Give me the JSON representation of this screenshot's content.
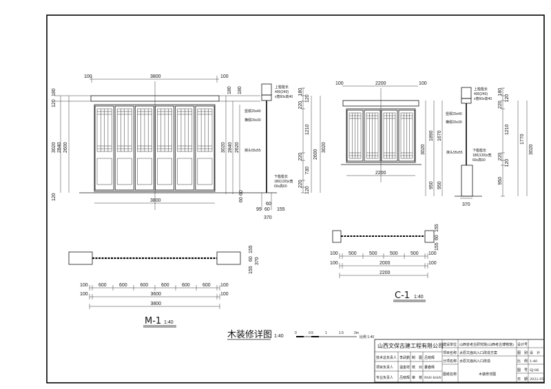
{
  "m1_elevation": {
    "top_dims": [
      "100",
      "3800",
      "100"
    ],
    "bottom_dim": "3800",
    "left_dims": [
      "180",
      "120",
      "3020",
      "2840",
      "2600",
      "120"
    ],
    "right_dims": [
      "180",
      "180",
      "3020",
      "2840",
      "2620",
      "60",
      "60"
    ]
  },
  "m1_section": {
    "notes": [
      "上槛槛长",
      "400(240)",
      "x宽60x高40",
      "竖棂20x40",
      "横棂20x30",
      "抹头55x55",
      "下槛槛长",
      "180(130)x宽",
      "60x高60"
    ],
    "dims": [
      "180",
      "120",
      "220",
      "1210",
      "220",
      "730",
      "220",
      "120",
      "2600",
      "3020"
    ],
    "bottom_dims": [
      "60",
      "95",
      "60",
      "155",
      "370"
    ]
  },
  "c1_elevation": {
    "top_dims": [
      "100",
      "2200",
      "100"
    ],
    "bottom_dim": "2200",
    "right_dims": [
      "3020",
      "1890",
      "1670",
      "950",
      "950"
    ]
  },
  "c1_section": {
    "notes": [
      "上槛槛长",
      "400(240)",
      "x宽60x高40",
      "竖棂20x40",
      "横棂20x30",
      "抹头55x55",
      "下槛槛长",
      "180(130)x宽",
      "60x高60"
    ],
    "dims": [
      "180",
      "120",
      "220",
      "1210",
      "220",
      "120",
      "950",
      "1770",
      "3020"
    ],
    "bottom_dim": "370"
  },
  "m1_plan": {
    "row1": [
      "100",
      "600",
      "600",
      "600",
      "600",
      "600",
      "600",
      "100"
    ],
    "row2": [
      "100",
      "3600",
      "100"
    ],
    "row3": "3800",
    "side_dims": [
      "155",
      "60",
      "370",
      "155"
    ],
    "label": "M-1",
    "scale": "1:40"
  },
  "c1_plan": {
    "row1": [
      "100",
      "500",
      "500",
      "500",
      "500",
      "100"
    ],
    "row2": [
      "100",
      "2000",
      "100"
    ],
    "row3": "2200",
    "side_dims": [
      "155",
      "60",
      "155"
    ],
    "label": "C-1",
    "scale": "1:40"
  },
  "drawing_title": {
    "text": "木装修详图",
    "scale": "1:40",
    "bar_ticks": [
      "0",
      "0.5",
      "1",
      "1.5",
      "2m"
    ],
    "bar_note": "比例 1:40"
  },
  "title_block": {
    "company": "山西文保古建工程有限公司",
    "rows": [
      {
        "k": "建设单位",
        "v": "山西省考古研究院(山西考古博物馆)"
      },
      {
        "k": "项目名称",
        "v": "太原文庙出入口改造方案"
      },
      {
        "k": "分项名称",
        "v": "太原文庙出入口改造"
      },
      {
        "k": "图纸名称",
        "v": "木装修详图"
      }
    ],
    "people": [
      {
        "role": "技术总负责人",
        "name": "李武鹏",
        "k2": "制　图",
        "v2": "吕晓辉"
      },
      {
        "role": "项目负责人",
        "name": "温金祥",
        "k2": "校　对",
        "v2": "董春辉"
      },
      {
        "role": "专业负责人",
        "name": "吕晓辉",
        "k2": "审　核",
        "v2": "PAN·HAN"
      }
    ],
    "meta": [
      {
        "k": "设计号",
        "v": ""
      },
      {
        "k": "图　别",
        "v": "设　计"
      },
      {
        "k": "比　例",
        "v": "1:40"
      },
      {
        "k": "图　号",
        "v": "SJ-06"
      },
      {
        "k": "日　期",
        "v": "2022.05"
      }
    ]
  }
}
